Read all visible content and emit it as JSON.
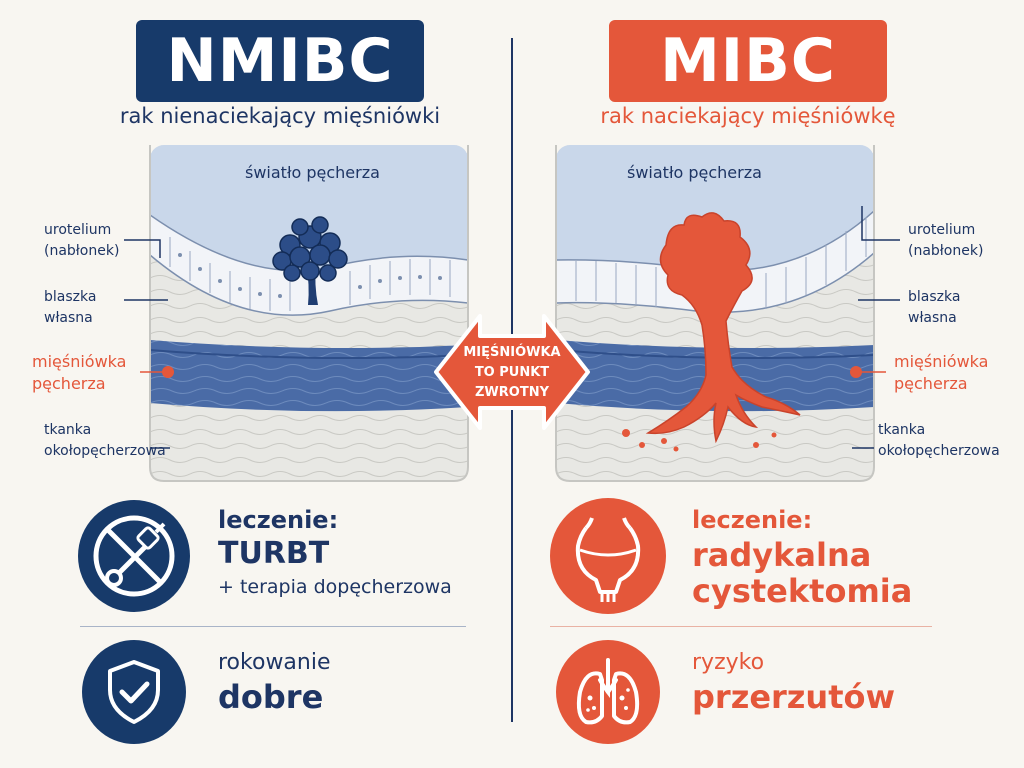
{
  "colors": {
    "navy": "#173a6a",
    "orange": "#e4573a",
    "lumen": "#c9d7ea",
    "muscle": "#4a6ba6",
    "background": "#f8f6f1"
  },
  "left": {
    "title": "NMIBC",
    "subtitle": "rak nienaciekający mięśniówki",
    "lumen_label": "światło pęcherza",
    "treatment_label": "leczenie:",
    "treatment_main": "TURBT",
    "treatment_extra": "+ terapia dopęcherzowa",
    "outcome_label": "rokowanie",
    "outcome_value": "dobre",
    "icons": [
      "resectoscope-icon",
      "shield-check-icon"
    ]
  },
  "right": {
    "title": "MIBC",
    "subtitle": "rak naciekający mięśniówkę",
    "lumen_label": "światło pęcherza",
    "treatment_label": "leczenie:",
    "treatment_line1": "radykalna",
    "treatment_line2": "cystektomia",
    "outcome_label": "ryzyko",
    "outcome_value": "przerzutów",
    "icons": [
      "bladder-icon",
      "lungs-icon"
    ]
  },
  "layers": {
    "urothelium_1": "urotelium",
    "urothelium_2": "(nabłonek)",
    "lamina_1": "blaszka",
    "lamina_2": "własna",
    "muscle_1": "mięśniówka",
    "muscle_2": "pęcherza",
    "perivesical_1": "tkanka",
    "perivesical_2": "okołopęcherzowa"
  },
  "center_arrow": {
    "line1": "MIĘŚNIÓWKA",
    "line2": "TO PUNKT",
    "line3": "ZWROTNY"
  }
}
